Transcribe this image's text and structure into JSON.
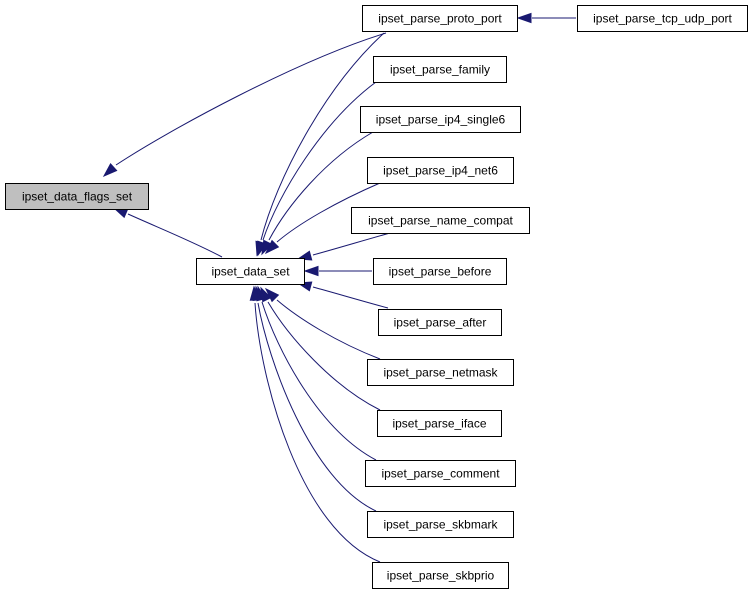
{
  "colors": {
    "edge": "#191970",
    "node_border": "#000000",
    "node_fill": "#ffffff",
    "highlight_fill": "#bfbfbf",
    "background": "#ffffff"
  },
  "graph": {
    "type": "caller-graph",
    "nodes": [
      {
        "id": "n_flags",
        "label": "ipset_data_flags_set",
        "highlighted": true
      },
      {
        "id": "n_data_set",
        "label": "ipset_data_set",
        "highlighted": false
      },
      {
        "id": "n_proto_port",
        "label": "ipset_parse_proto_port",
        "highlighted": false
      },
      {
        "id": "n_tcp_udp_port",
        "label": "ipset_parse_tcp_udp_port",
        "highlighted": false
      },
      {
        "id": "n_family",
        "label": "ipset_parse_family",
        "highlighted": false
      },
      {
        "id": "n_ip4_single6",
        "label": "ipset_parse_ip4_single6",
        "highlighted": false
      },
      {
        "id": "n_ip4_net6",
        "label": "ipset_parse_ip4_net6",
        "highlighted": false
      },
      {
        "id": "n_name_compat",
        "label": "ipset_parse_name_compat",
        "highlighted": false
      },
      {
        "id": "n_before",
        "label": "ipset_parse_before",
        "highlighted": false
      },
      {
        "id": "n_after",
        "label": "ipset_parse_after",
        "highlighted": false
      },
      {
        "id": "n_netmask",
        "label": "ipset_parse_netmask",
        "highlighted": false
      },
      {
        "id": "n_iface",
        "label": "ipset_parse_iface",
        "highlighted": false
      },
      {
        "id": "n_comment",
        "label": "ipset_parse_comment",
        "highlighted": false
      },
      {
        "id": "n_skbmark",
        "label": "ipset_parse_skbmark",
        "highlighted": false
      },
      {
        "id": "n_skbprio",
        "label": "ipset_parse_skbprio",
        "highlighted": false
      }
    ],
    "edges": [
      {
        "from": "n_proto_port",
        "to": "n_flags"
      },
      {
        "from": "n_data_set",
        "to": "n_flags"
      },
      {
        "from": "n_tcp_udp_port",
        "to": "n_proto_port"
      },
      {
        "from": "n_proto_port",
        "to": "n_data_set"
      },
      {
        "from": "n_family",
        "to": "n_data_set"
      },
      {
        "from": "n_ip4_single6",
        "to": "n_data_set"
      },
      {
        "from": "n_ip4_net6",
        "to": "n_data_set"
      },
      {
        "from": "n_name_compat",
        "to": "n_data_set"
      },
      {
        "from": "n_before",
        "to": "n_data_set"
      },
      {
        "from": "n_after",
        "to": "n_data_set"
      },
      {
        "from": "n_netmask",
        "to": "n_data_set"
      },
      {
        "from": "n_iface",
        "to": "n_data_set"
      },
      {
        "from": "n_comment",
        "to": "n_data_set"
      },
      {
        "from": "n_skbmark",
        "to": "n_data_set"
      },
      {
        "from": "n_skbprio",
        "to": "n_data_set"
      }
    ]
  }
}
